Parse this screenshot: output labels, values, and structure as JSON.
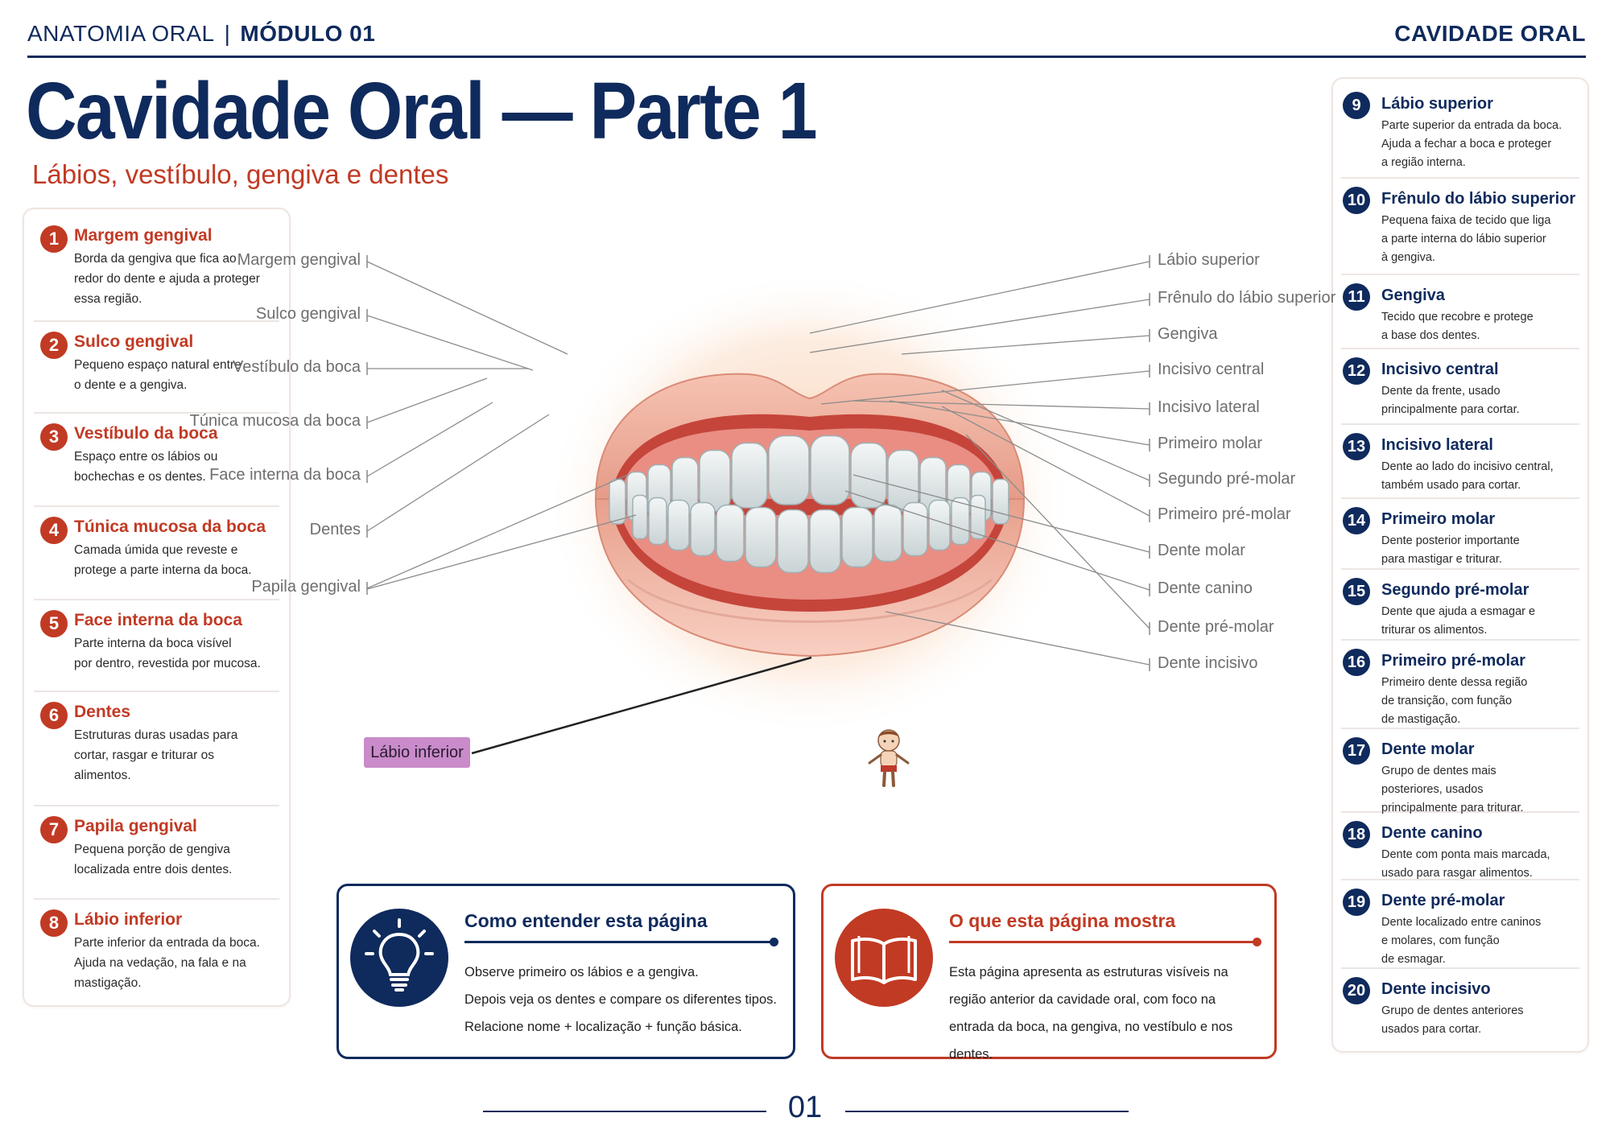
{
  "header": {
    "course": "ANATOMIA ORAL",
    "separator": "|",
    "module": "MÓDULO 01",
    "section": "CAVIDADE ORAL"
  },
  "title": "Cavidade Oral — Parte 1",
  "subtitle": "Lábios, vestíbulo, gengiva e dentes",
  "colors": {
    "navy": "#0f2a5c",
    "red": "#c13a24",
    "label_tag": "#c98bc9"
  },
  "left_items": [
    {
      "num": "1",
      "title": "Margem gengival",
      "desc": [
        "Borda da gengiva que fica ao",
        "redor do dente e ajuda a proteger",
        "essa região."
      ]
    },
    {
      "num": "2",
      "title": "Sulco gengival",
      "desc": [
        "Pequeno espaço natural entre",
        "o dente e a gengiva."
      ]
    },
    {
      "num": "3",
      "title": "Vestíbulo da boca",
      "desc": [
        "Espaço entre os lábios ou",
        "bochechas e os dentes."
      ]
    },
    {
      "num": "4",
      "title": "Túnica mucosa da boca",
      "desc": [
        "Camada úmida que reveste e",
        "protege a parte interna da boca."
      ]
    },
    {
      "num": "5",
      "title": "Face interna da boca",
      "desc": [
        "Parte interna da boca visível",
        "por dentro, revestida por mucosa."
      ]
    },
    {
      "num": "6",
      "title": "Dentes",
      "desc": [
        "Estruturas duras usadas para",
        "cortar, rasgar e triturar os",
        "alimentos."
      ]
    },
    {
      "num": "7",
      "title": "Papila gengival",
      "desc": [
        "Pequena porção de gengiva",
        "localizada entre dois dentes."
      ]
    },
    {
      "num": "8",
      "title": "Lábio inferior",
      "desc": [
        "Parte inferior da entrada da boca.",
        "Ajuda na vedação, na fala e na",
        "mastigação."
      ]
    }
  ],
  "right_items": [
    {
      "num": "9",
      "title": "Lábio superior",
      "desc": [
        "Parte superior da entrada da boca.",
        "Ajuda a fechar a boca e proteger",
        "a região interna."
      ]
    },
    {
      "num": "10",
      "title": "Frênulo do lábio superior",
      "desc": [
        "Pequena faixa de tecido que liga",
        "a parte interna do lábio superior",
        "à gengiva."
      ]
    },
    {
      "num": "11",
      "title": "Gengiva",
      "desc": [
        "Tecido que recobre e protege",
        "a base dos dentes."
      ]
    },
    {
      "num": "12",
      "title": "Incisivo central",
      "desc": [
        "Dente da frente, usado",
        "principalmente para cortar."
      ]
    },
    {
      "num": "13",
      "title": "Incisivo lateral",
      "desc": [
        "Dente ao lado do incisivo central,",
        "também usado para cortar."
      ]
    },
    {
      "num": "14",
      "title": "Primeiro molar",
      "desc": [
        "Dente posterior importante",
        "para mastigar e triturar."
      ]
    },
    {
      "num": "15",
      "title": "Segundo pré-molar",
      "desc": [
        "Dente que ajuda a esmagar e",
        "triturar os alimentos."
      ]
    },
    {
      "num": "16",
      "title": "Primeiro pré-molar",
      "desc": [
        "Primeiro dente dessa região",
        "de transição, com função",
        "de mastigação."
      ]
    },
    {
      "num": "17",
      "title": "Dente molar",
      "desc": [
        "Grupo de dentes mais",
        "posteriores, usados",
        "principalmente para triturar."
      ]
    },
    {
      "num": "18",
      "title": "Dente canino",
      "desc": [
        "Dente com ponta mais marcada,",
        "usado para rasgar alimentos."
      ]
    },
    {
      "num": "19",
      "title": "Dente pré-molar",
      "desc": [
        "Dente localizado entre caninos",
        "e molares, com função",
        "de esmagar."
      ]
    },
    {
      "num": "20",
      "title": "Dente incisivo",
      "desc": [
        "Grupo de dentes anteriores",
        "usados para cortar."
      ]
    }
  ],
  "diagram": {
    "left_labels": [
      "Margem gengival",
      "Sulco gengival",
      "Vestíbulo da boca",
      "Túnica mucosa da boca",
      "Face interna da boca",
      "Dentes",
      "Papila gengival"
    ],
    "highlight_label": "Lábio inferior",
    "right_labels": [
      "Lábio superior",
      "Frênulo do lábio superior",
      "Gengiva",
      "Incisivo central",
      "Incisivo lateral",
      "Primeiro molar",
      "Segundo pré-molar",
      "Primeiro pré-molar",
      "Dente molar",
      "Dente canino",
      "Dente pré-molar",
      "Dente incisivo"
    ]
  },
  "info_boxes": {
    "how": {
      "icon": "lightbulb-icon",
      "title": "Como entender esta página",
      "lines": [
        "Observe primeiro os lábios e a gengiva.",
        "Depois veja os dentes e compare os diferentes tipos.",
        "Relacione nome + localização + função básica."
      ]
    },
    "what": {
      "icon": "open-book-icon",
      "title": "O que esta página mostra",
      "lines": [
        "Esta página apresenta as estruturas visíveis na",
        "região anterior da cavidade oral, com foco na",
        "entrada da boca, na gengiva, no vestíbulo e nos dentes."
      ]
    }
  },
  "page_number": "01"
}
